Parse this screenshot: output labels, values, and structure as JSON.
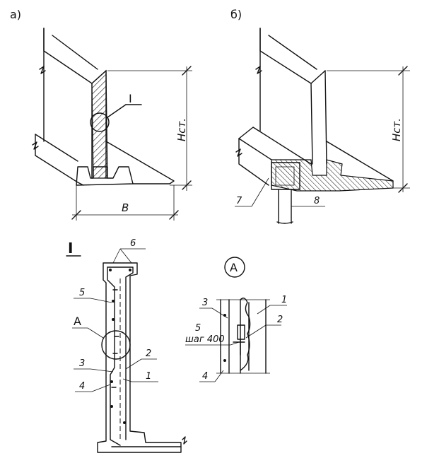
{
  "panels": {
    "a_label": "а)",
    "b_label": "б)"
  },
  "dimensions": {
    "height_a": "Нст.",
    "height_b": "Нст.",
    "width_a": "В"
  },
  "callouts": {
    "detail_roman": "I",
    "detail_title": "I",
    "view_a_marker": "А",
    "view_a_title": "А"
  },
  "section_numbers": {
    "n1": "1",
    "n2": "2",
    "n3": "3",
    "n4": "4",
    "n5": "5",
    "n6": "6",
    "n7": "7",
    "n8": "8"
  },
  "detail_a_numbers": {
    "n1": "1",
    "n2": "2",
    "n3": "3",
    "n4": "4",
    "n5": "5",
    "step_note": "шаг 400"
  }
}
